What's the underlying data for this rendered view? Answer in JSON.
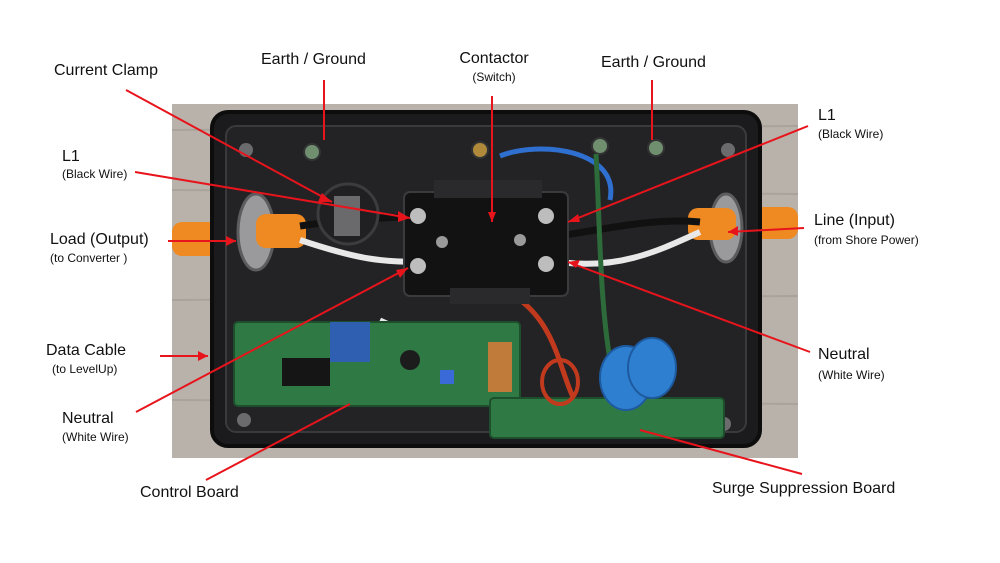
{
  "labels": {
    "current_clamp": "Current Clamp",
    "earth_left": "Earth / Ground",
    "contactor": "Contactor",
    "contactor_sub": "(Switch)",
    "earth_right": "Earth / Ground",
    "l1_left": "L1",
    "l1_left_sub": "(Black Wire)",
    "l1_right": "L1",
    "l1_right_sub": "(Black Wire)",
    "load": "Load (Output)",
    "load_sub": "(to Converter )",
    "line": "Line (Input)",
    "line_sub": "(from Shore Power)",
    "data_cable": "Data Cable",
    "data_cable_sub": "(to LevelUp)",
    "neutral_left": "Neutral",
    "neutral_left_sub": "(White Wire)",
    "neutral_right": "Neutral",
    "neutral_right_sub": "(White Wire)",
    "control_board": "Control Board",
    "surge_board": "Surge Suppression Board"
  },
  "colors": {
    "leader": "#e8141c",
    "enclosure": "#1c1c1e",
    "cable": "#f28a1e",
    "board": "#2f7a44",
    "mov": "#2f7fd0",
    "wood": "#b9b4ad"
  }
}
